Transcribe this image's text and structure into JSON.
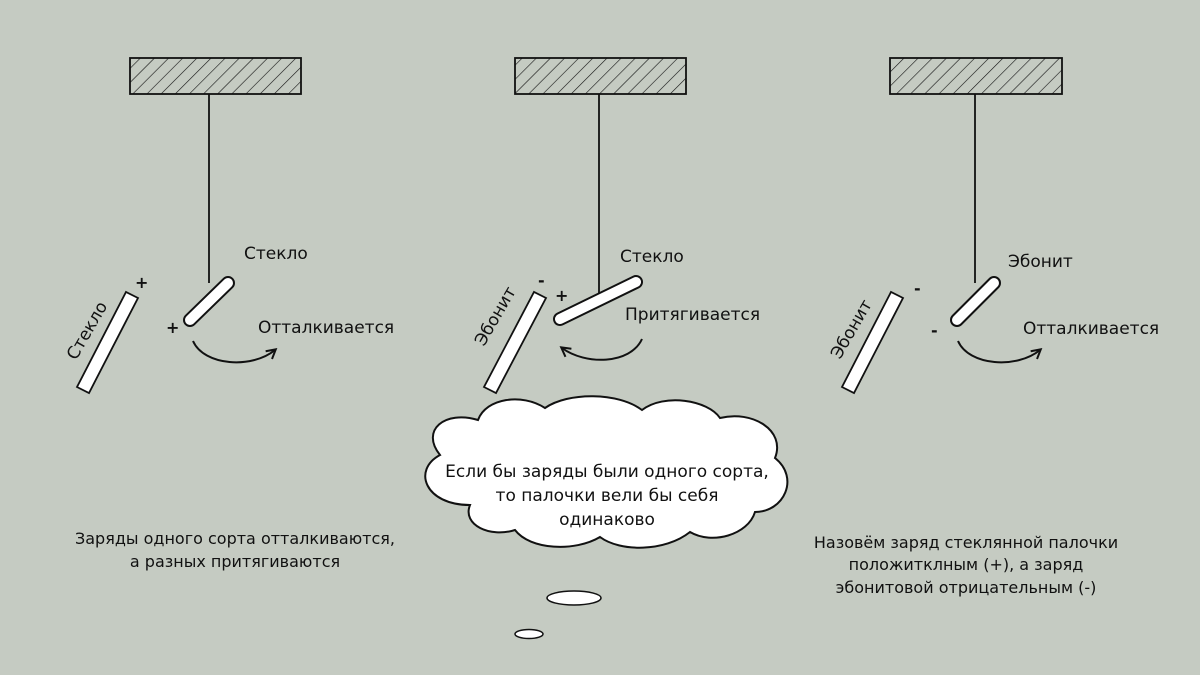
{
  "colors": {
    "background": "#c5cbc2",
    "ink": "#111111",
    "stick": "#ffffff"
  },
  "scene1": {
    "hanging_label": "Стекло",
    "held_label": "Стекло",
    "hanging_sign": "+",
    "held_sign": "+",
    "action": "Отталкивается"
  },
  "scene2": {
    "hanging_label": "Стекло",
    "held_label": "Эбонит",
    "hanging_sign": "+",
    "held_sign": "-",
    "action": "Притягивается"
  },
  "scene3": {
    "hanging_label": "Эбонит",
    "held_label": "Эбонит",
    "hanging_sign": "-",
    "held_sign": "-",
    "action": "Отталкивается"
  },
  "cloud": {
    "lines": [
      "Если бы заряды были одного сорта,",
      "то палочки вели бы себя",
      "одинаково"
    ]
  },
  "caption_left": {
    "lines": [
      "Заряды одного сорта отталкиваются,",
      "а разных притягиваются"
    ]
  },
  "caption_right": {
    "lines": [
      "Назовём заряд стеклянной палочки",
      "положитклным (+), а заряд",
      "эбонитовой отрицательным (-)"
    ]
  }
}
